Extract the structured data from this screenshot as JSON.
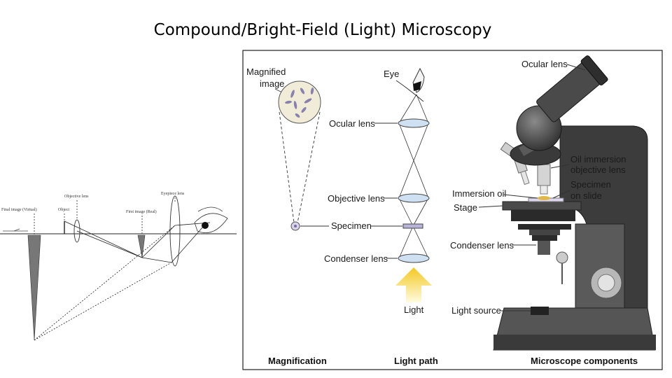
{
  "title": "Compound/Bright-Field (Light) Microscopy",
  "ray_diagram": {
    "final_image": "Final image (Virtual)",
    "object": "Object",
    "objective_lens": "Objective lens",
    "first_image": "First image (Real)",
    "eyepiece_lens": "Eyepiece lens"
  },
  "figure": {
    "magnification": {
      "magnified_image": [
        "Magnified",
        "image"
      ],
      "caption": "Magnification"
    },
    "light_path": {
      "eye": "Eye",
      "ocular_lens": "Ocular lens",
      "objective_lens": "Objective lens",
      "specimen": "Specimen",
      "condenser_lens": "Condenser lens",
      "light": "Light",
      "caption": "Light path"
    },
    "components": {
      "ocular_lens": "Ocular lens",
      "oil_immersion": [
        "Oil immersion",
        "objective lens"
      ],
      "immersion_oil": "Immersion oil",
      "specimen_on_slide": [
        "Specimen",
        "on slide"
      ],
      "stage": "Stage",
      "condenser_lens": "Condenser lens",
      "light_source": "Light source",
      "caption": "Microscope components"
    }
  }
}
